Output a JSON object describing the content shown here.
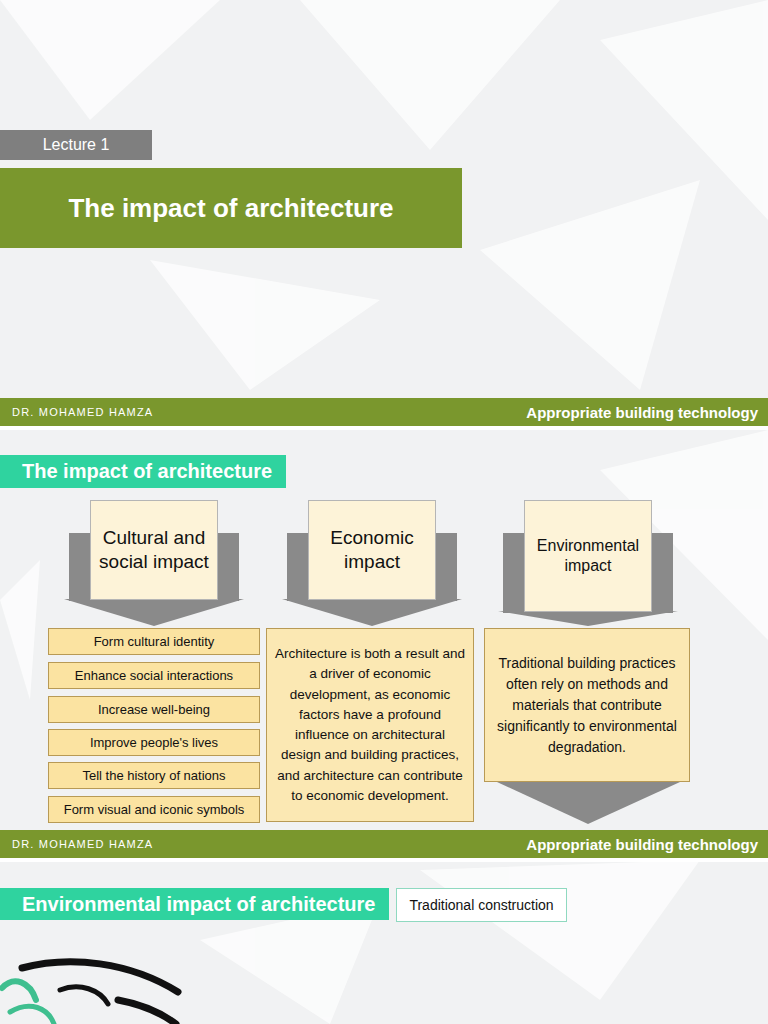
{
  "diagram": {
    "nodes": [
      {
        "text": [
          "Lecture 1"
        ]
      },
      {
        "text": [
          "The impact of architecture"
        ]
      },
      {
        "text": [
          "DR. MOHAMED HAMZA",
          "Appropriate building technology"
        ]
      },
      {
        "text": [
          "The impact of architecture"
        ]
      },
      {
        "text": [
          "Cultural and social impact"
        ]
      },
      {
        "text": [
          "Economic impact"
        ]
      },
      {
        "text": [
          "Environmental impact"
        ]
      },
      {
        "text": [
          "Form cultural identity"
        ]
      },
      {
        "text": [
          "Enhance social interactions"
        ]
      },
      {
        "text": [
          "Increase well-being"
        ]
      },
      {
        "text": [
          "Improve people's lives"
        ]
      },
      {
        "text": [
          "Tell the history of nations"
        ]
      },
      {
        "text": [
          "Form visual and iconic symbols"
        ]
      },
      {
        "text": [
          "Architecture is both a result and a driver of economic development, as economic factors have a profound influence on architectural design and building practices, and architecture can contribute to economic development."
        ]
      },
      {
        "text": [
          "Traditional building practices often rely on methods and materials that contribute significantly to environmental degradation."
        ]
      },
      {
        "text": [
          "DR. MOHAMED HAMZA",
          "Appropriate building technology"
        ]
      },
      {
        "text": [
          "Environmental impact of architecture"
        ]
      },
      {
        "text": [
          "Traditional construction"
        ]
      }
    ],
    "edges": [
      {
        "from": 4,
        "to": 7,
        "arrow": "to"
      },
      {
        "from": 5,
        "to": 13,
        "arrow": "to"
      },
      {
        "from": 6,
        "to": 14,
        "arrow": "to"
      }
    ]
  }
}
